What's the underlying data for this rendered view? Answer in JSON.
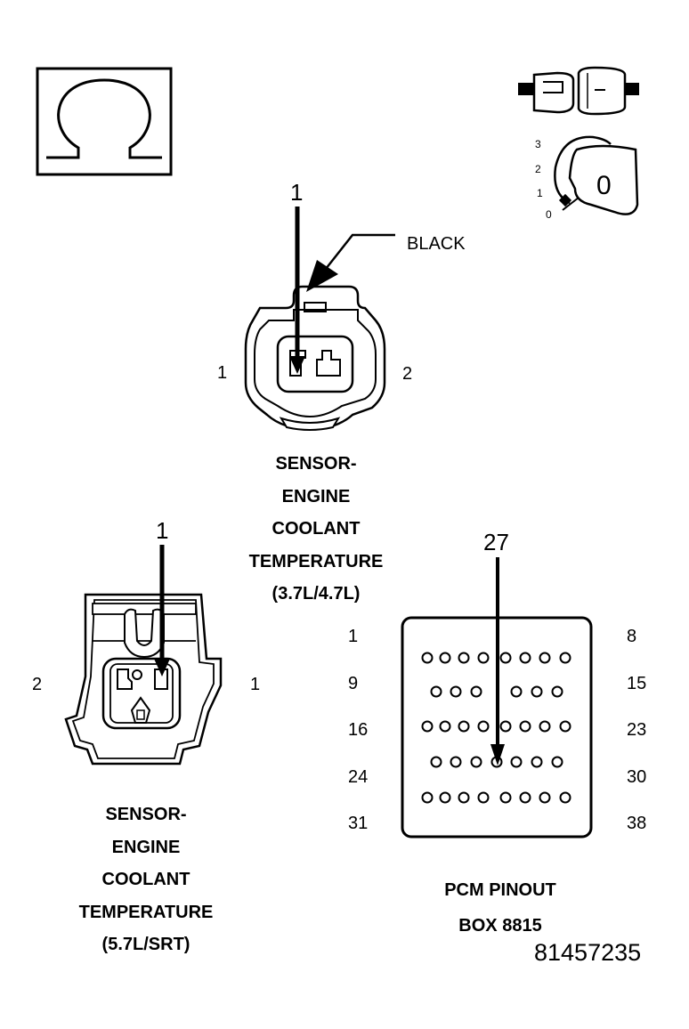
{
  "ohm_symbol": "Ω",
  "key_switch": {
    "positions": [
      "3",
      "2",
      "1",
      "0"
    ],
    "key_label": "0"
  },
  "top_connector": {
    "callout_pin": "1",
    "color_label": "BLACK",
    "left_pin": "1",
    "right_pin": "2",
    "caption": [
      "SENSOR-",
      "ENGINE",
      "COOLANT",
      "TEMPERATURE",
      "(3.7L/4.7L)"
    ]
  },
  "bottom_left_connector": {
    "callout_pin": "1",
    "left_pin": "2",
    "right_pin": "1",
    "caption": [
      "SENSOR-",
      "ENGINE",
      "COOLANT",
      "TEMPERATURE",
      "(5.7L/SRT)"
    ]
  },
  "pcm": {
    "callout_pin": "27",
    "left_numbers": [
      "1",
      "9",
      "16",
      "24",
      "31"
    ],
    "right_numbers": [
      "8",
      "15",
      "23",
      "30",
      "38"
    ],
    "caption": [
      "PCM PINOUT",
      "BOX 8815"
    ]
  },
  "document_number": "81457235"
}
